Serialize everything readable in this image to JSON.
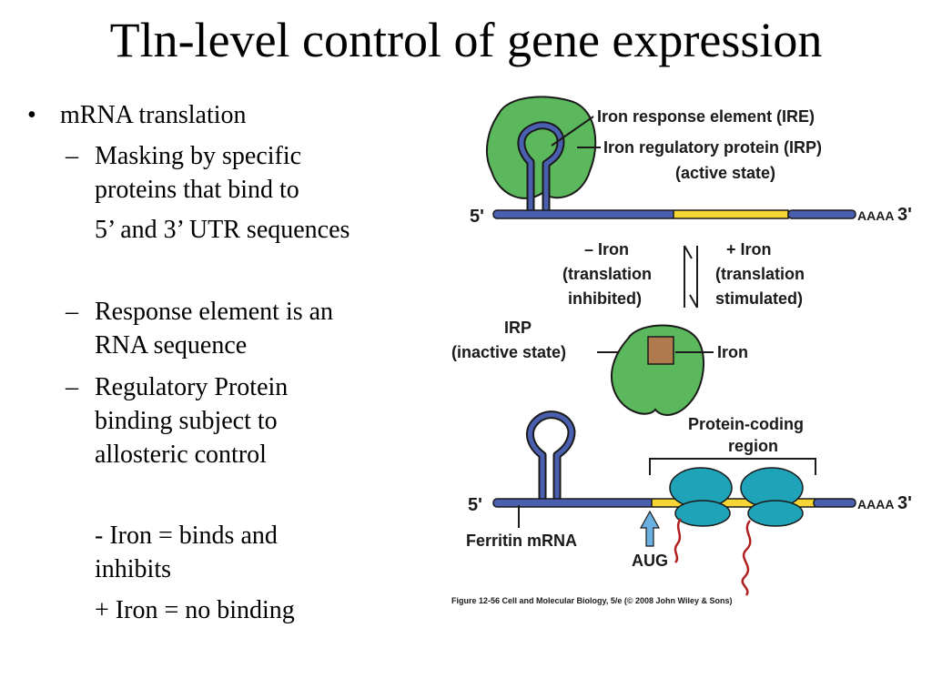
{
  "slide": {
    "title": "Tln-level control of gene expression"
  },
  "bullets": {
    "main": "mRNA translation",
    "sub1_line1": "Masking by specific",
    "sub1_line2": "proteins that bind to",
    "sub1_line3": "5’ and 3’ UTR sequences",
    "sub2_line1": "Response element is an",
    "sub2_line2": "RNA sequence",
    "sub3_line1": "Regulatory Protein",
    "sub3_line2": "binding subject to",
    "sub3_line3": "allosteric control",
    "iron_minus_line1": "-  Iron = binds and",
    "iron_minus_line2": "inhibits",
    "iron_plus": "+ Iron = no binding"
  },
  "figure": {
    "ire_label": "Iron response element (IRE)",
    "irp_active_line1": "Iron regulatory protein (IRP)",
    "irp_active_line2": "(active state)",
    "five_prime": "5'",
    "three_prime": "3'",
    "polya": "AAAA",
    "minus_iron_line1": "– Iron",
    "minus_iron_line2": "(translation",
    "minus_iron_line3": "inhibited)",
    "plus_iron_line1": "+ Iron",
    "plus_iron_line2": "(translation",
    "plus_iron_line3": "stimulated)",
    "irp_inactive_line1": "IRP",
    "irp_inactive_line2": "(inactive state)",
    "iron_label": "Iron",
    "coding_line1": "Protein-coding",
    "coding_line2": "region",
    "ferritin_label": "Ferritin mRNA",
    "aug_label": "AUG",
    "caption": "Figure 12-56  Cell and Molecular Biology, 5/e (© 2008 John Wiley & Sons)"
  },
  "colors": {
    "mrna_blue": "#4a5fb0",
    "coding_yellow": "#f5d635",
    "protein_green": "#5cb85c",
    "ribosome_teal": "#1fa3b8",
    "iron_brown": "#b07a4f",
    "peptide_red": "#b02020"
  }
}
